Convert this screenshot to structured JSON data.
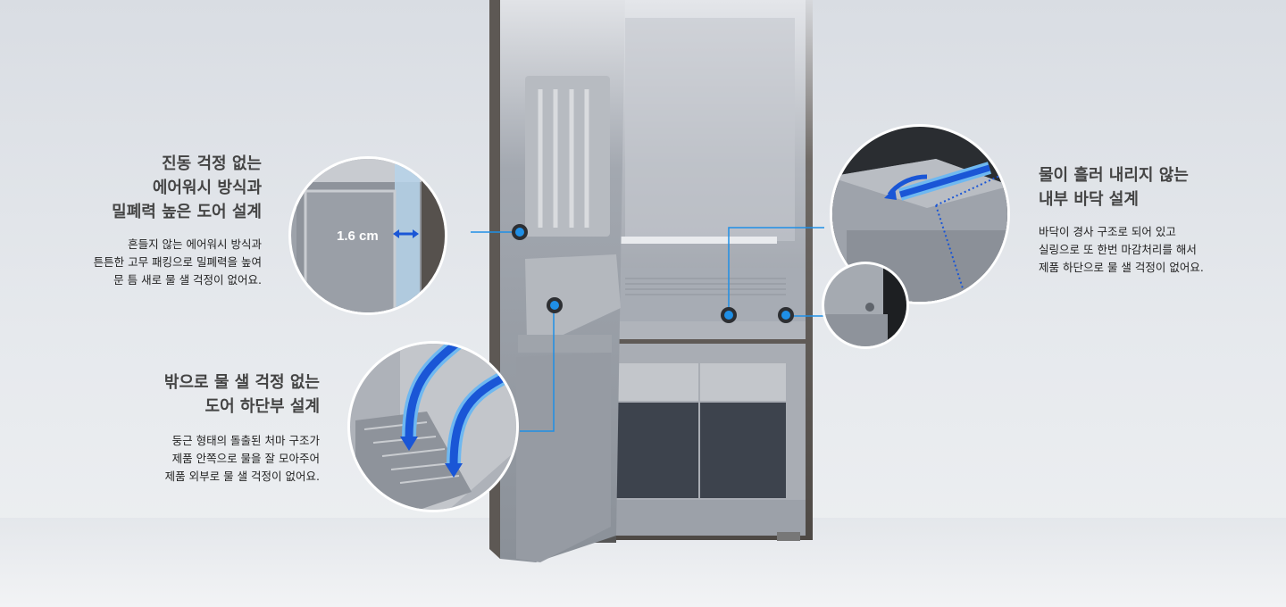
{
  "features": {
    "door_seal": {
      "title": "진동 걱정 없는\n에어워시 방식과\n밀폐력 높은 도어 설계",
      "desc": "흔들지 않는 에어워시 방식과\n튼튼한 고무 패킹으로 밀폐력을 높여\n문 틈 새로 물 샐 걱정이 없어요.",
      "measurement": "1.6 cm"
    },
    "door_bottom": {
      "title": "밖으로 물 샐 걱정 없는\n도어 하단부 설계",
      "desc": "둥근 형태의 돌출된 처마 구조가\n제품 안쪽으로 물을 잘 모아주어\n제품 외부로 물 샐 걱정이 없어요."
    },
    "floor_design": {
      "title": "물이 흘러 내리지 않는\n내부 바닥 설계",
      "desc": "바닥이 경사 구조로 되어 있고\n실링으로 또 한번 마감처리를 해서\n제품 하단으로 물 샐 걱정이 없어요."
    }
  },
  "colors": {
    "accent_blue": "#1f8fe6",
    "arrow_blue": "#1a56d6",
    "cabinet_dark": "#3d434d",
    "door_gray": "#8a9099"
  }
}
